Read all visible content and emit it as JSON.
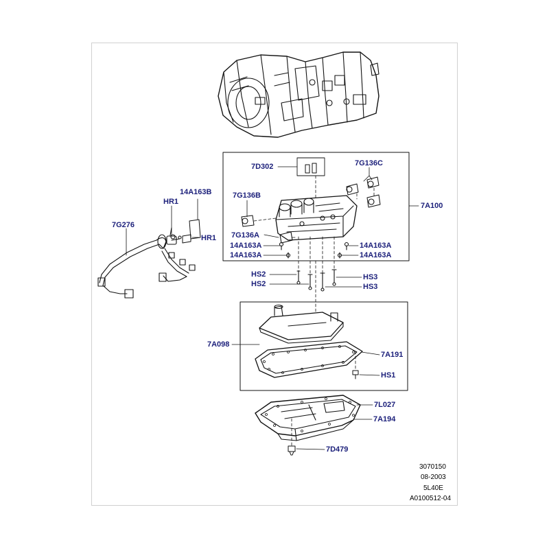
{
  "diagram": {
    "callouts": {
      "c_7D302": "7D302",
      "c_7G136C": "7G136C",
      "c_14A163B": "14A163B",
      "c_HR1_top": "HR1",
      "c_7G136B": "7G136B",
      "c_7A100": "7A100",
      "c_7G276": "7G276",
      "c_HR1_right": "HR1",
      "c_7G136A": "7G136A",
      "c_14A163A_l1": "14A163A",
      "c_14A163A_l2": "14A163A",
      "c_14A163A_r1": "14A163A",
      "c_14A163A_r2": "14A163A",
      "c_HS2_1": "HS2",
      "c_HS2_2": "HS2",
      "c_HS3_1": "HS3",
      "c_HS3_2": "HS3",
      "c_7A098": "7A098",
      "c_7A191": "7A191",
      "c_HS1": "HS1",
      "c_7L027": "7L027",
      "c_7A194": "7A194",
      "c_7D479": "7D479"
    },
    "footer": {
      "line1": "3070150",
      "line2": "08-2003",
      "line3": "5L40E",
      "line4": "A0100512-04"
    }
  },
  "colors": {
    "callout_text": "#1b1f7a",
    "line_art": "#111111",
    "frame": "#d0d0d0"
  }
}
